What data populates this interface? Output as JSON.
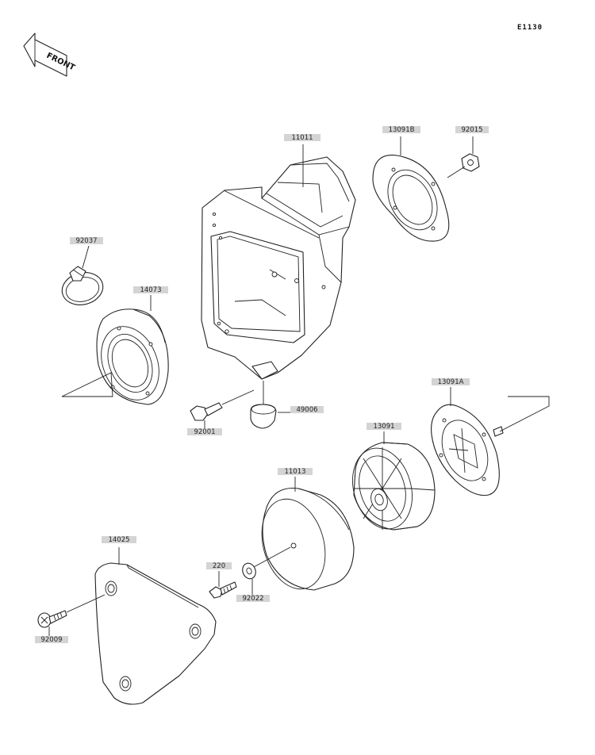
{
  "diagram": {
    "code": "E1130",
    "front_label": "FRONT",
    "parts": [
      {
        "id": "11011"
      },
      {
        "id": "13091B"
      },
      {
        "id": "92015"
      },
      {
        "id": "92037"
      },
      {
        "id": "14073"
      },
      {
        "id": "49006"
      },
      {
        "id": "92001"
      },
      {
        "id": "13091A"
      },
      {
        "id": "13091"
      },
      {
        "id": "11013"
      },
      {
        "id": "14025"
      },
      {
        "id": "220"
      },
      {
        "id": "92022"
      },
      {
        "id": "92009"
      }
    ]
  }
}
